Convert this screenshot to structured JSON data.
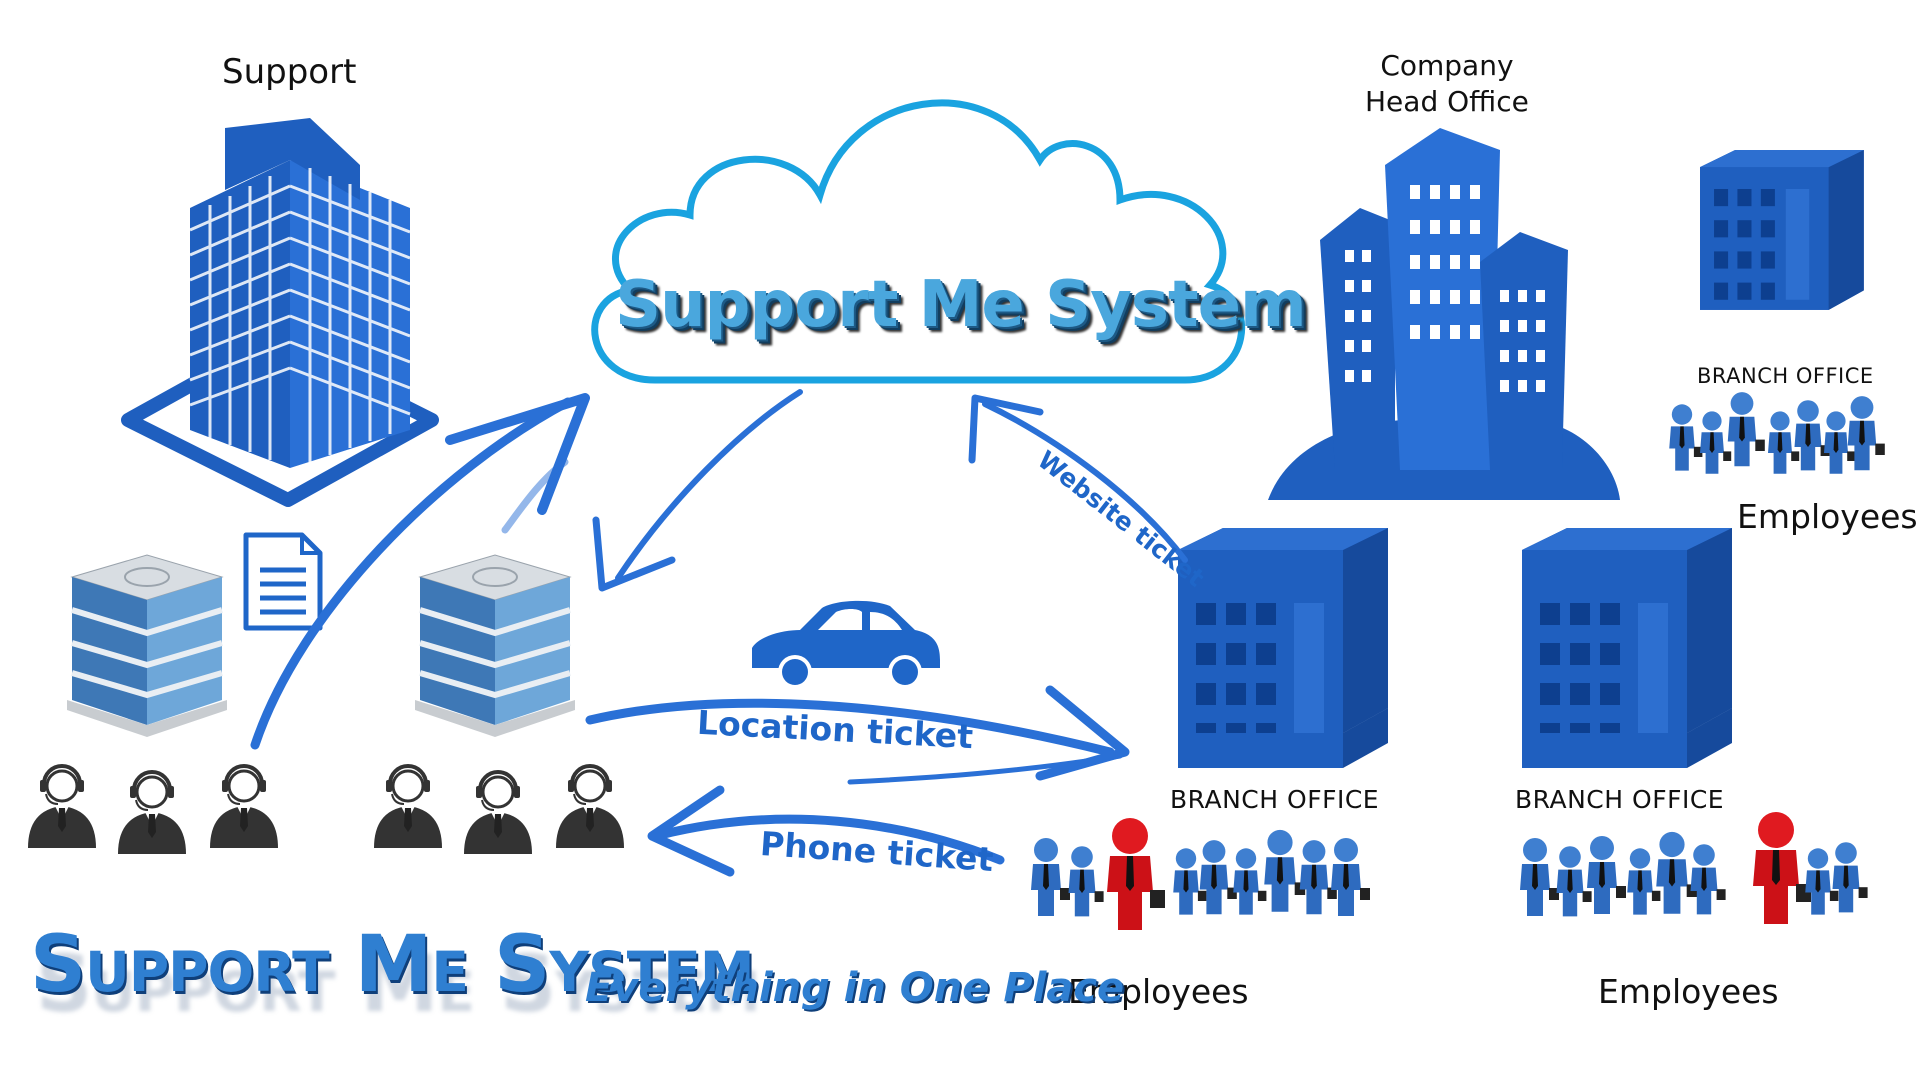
{
  "labels": {
    "support": "Support",
    "head_office_line1": "Company",
    "head_office_line2": "Head Office",
    "cloud_title": "Support Me System",
    "branch_office": "BRANCH OFFICE",
    "employees": "Employees",
    "website_ticket": "Website ticket",
    "location_ticket": "Location ticket",
    "phone_ticket": "Phone ticket",
    "brand": "Support Me System",
    "tagline": "Everything in One Place"
  },
  "icons": [
    "building-icon",
    "cloud-icon",
    "document-icon",
    "car-icon",
    "support-agent-icon",
    "employee-group-icon"
  ],
  "colors": {
    "primary_blue": "#1f5fbf",
    "dark_blue": "#0d3f8f",
    "cloud_outline": "#1aa3e0",
    "arrow_blue": "#2a70d6",
    "highlight_red": "#d0141a"
  }
}
